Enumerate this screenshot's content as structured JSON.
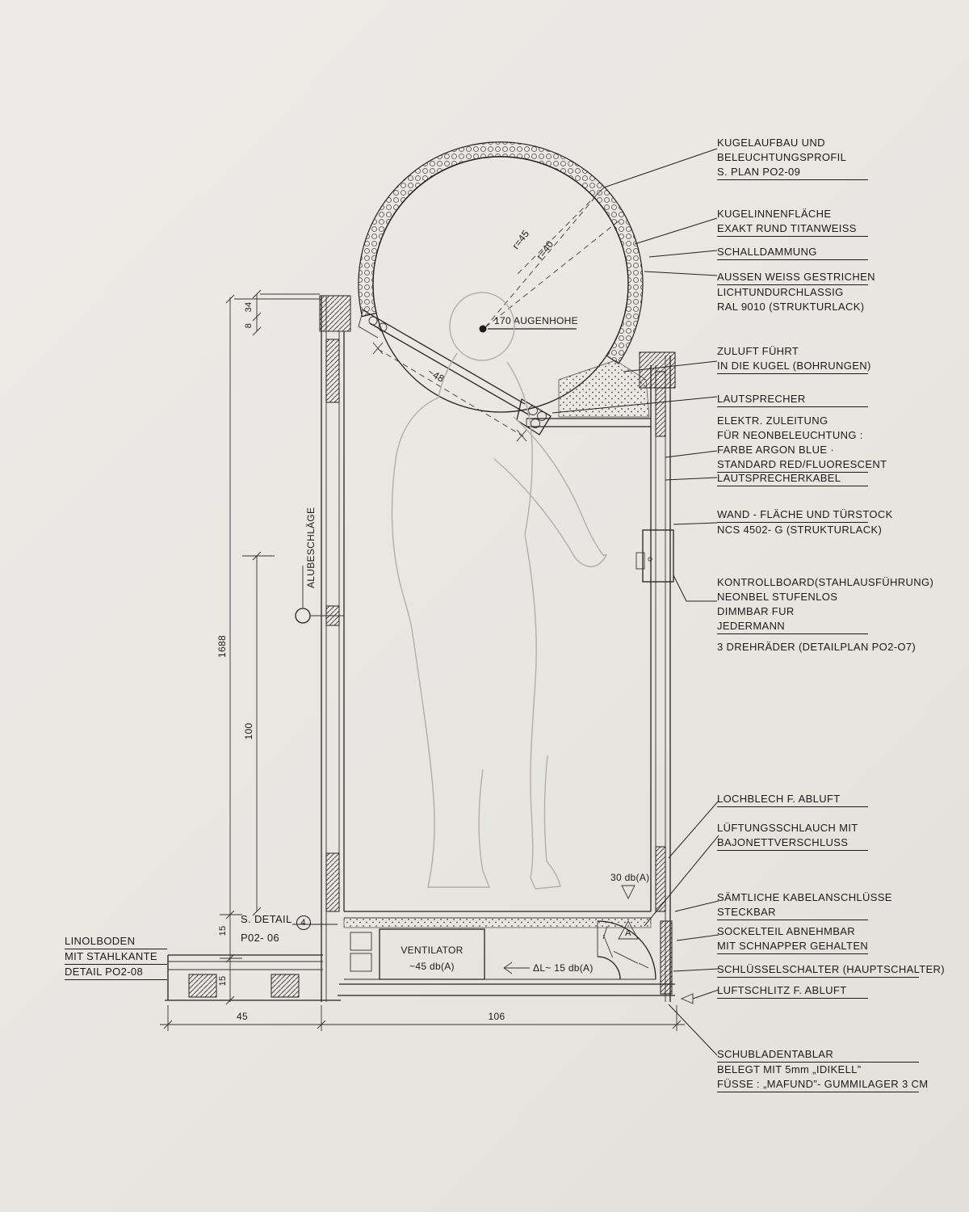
{
  "drawing": {
    "background": "#e8e6e1",
    "ink": "#1b1b1b"
  },
  "annotations_right": [
    {
      "lines": [
        "KUGELAUFBAU  UND",
        "BELEUCHTUNGSPROFIL",
        "S. PLAN  PO2-09"
      ]
    },
    {
      "lines": [
        "KUGELINNENFLÄCHE",
        "EXAKT RUND  TITANWEISS"
      ]
    },
    {
      "lines": [
        "SCHALLDAMMUNG"
      ]
    },
    {
      "lines": [
        "AUSSEN  WEISS    GESTRICHEN",
        "LICHTUNDURCHLASSIG",
        "RAL 9010 (STRUKTURLACK)"
      ]
    },
    {
      "lines": [
        "ZULUFT  FÜHRT",
        "IN DIE KUGEL (BOHRUNGEN)"
      ]
    },
    {
      "lines": [
        "LAUTSPRECHER"
      ]
    },
    {
      "lines": [
        "ELEKTR. ZULEITUNG",
        "FÜR  NEONBELEUCHTUNG :",
        "FARBE  ARGON BLUE  ·",
        "STANDARD  RED/FLUORESCENT"
      ]
    },
    {
      "lines": [
        "LAUTSPRECHERKABEL"
      ]
    },
    {
      "lines": [
        "WAND -  FLÄCHE UND TÜRSTOCK",
        "NCS  4502- G (STRUKTURLACK)"
      ]
    },
    {
      "lines": [
        "KONTROLLBOARD(STAHLAUSFÜHRUNG)",
        "NEONBEL  STUFENLOS",
        "DIMMBAR  FUR",
        "JEDERMANN",
        "3 DREHRÄDER (DETAILPLAN  PO2-O7)"
      ]
    },
    {
      "lines": [
        "LOCHBLECH  F. ABLUFT"
      ]
    },
    {
      "lines": [
        "LÜFTUNGSSCHLAUCH  MIT",
        "BAJONETTVERSCHLUSS"
      ]
    },
    {
      "lines": [
        "SÄMTLICHE  KABELANSCHLÜSSE",
        "STECKBAR"
      ]
    },
    {
      "lines": [
        "SOCKELTEIL  ABNEHMBAR",
        "MIT SCHNAPPER GEHALTEN"
      ]
    },
    {
      "lines": [
        "SCHLÜSSELSCHALTER (HAUPTSCHALTER)"
      ]
    },
    {
      "lines": [
        "LUFTSCHLITZ  F. ABLUFT"
      ]
    },
    {
      "lines": [
        "SCHUBLADENTABLAR",
        "BELEGT MIT 5mm „IDIKELL”",
        "FÜSSE : „MAFUND”- GUMMILAGER  3 CM"
      ]
    }
  ],
  "annotations_left": {
    "linolboden": {
      "lines": [
        "LINOLBODEN",
        "MIT STAHLKANTE",
        "DETAIL  PO2-08"
      ]
    },
    "detail_ref": {
      "prefix": "S. DETAIL",
      "num": "4",
      "plan": "P02- 06"
    },
    "alubeschlaege": "ALUBESCHLÄGE"
  },
  "labels": {
    "eye_height": "170 AUGENHOHE",
    "r45": "r=45",
    "r40": "r=40",
    "slant": "~48",
    "ventilator": "VENTILATOR",
    "ventilator_db": "~45 db(A)",
    "db30": "30 db(A)",
    "dl15": "ΔL~ 15 db(A)",
    "section_marker": "A"
  },
  "dimensions": {
    "total_height": "1688",
    "mid_height": "100",
    "top_a": "34",
    "top_b": "8",
    "base_a": "15",
    "base_b": "15",
    "width_left": "45",
    "width_main": "106"
  }
}
